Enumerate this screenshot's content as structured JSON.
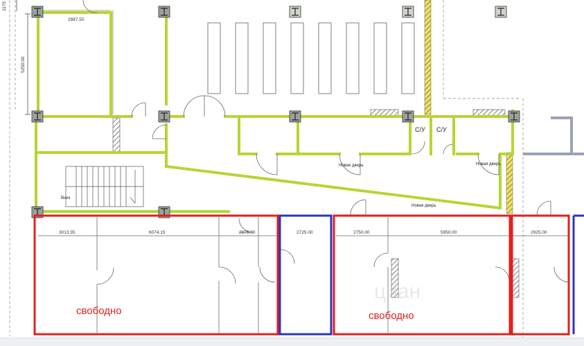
{
  "dimensions": {
    "top_small": "1175",
    "vertical": "5250.00",
    "room_top": "2887.50",
    "row": [
      "3013.35",
      "6074.15",
      "2875.00",
      "2725.00",
      "2750.00",
      "5950.00",
      "2925.00"
    ]
  },
  "labels": {
    "su_1": "С/У",
    "su_2": "С/У",
    "new_door_1": "Новая дверь",
    "new_door_2": "Новая дверь",
    "new_door_3": "Новая дверь",
    "stair_note": "Вниз",
    "free_left": "свободно",
    "free_right": "свободно",
    "watermark": "циан"
  },
  "colors": {
    "wall_green": "#b5d634",
    "free_outline": "#e61e1e",
    "occupied_outline": "#2a34c4",
    "column_fill": "#9aa29a"
  }
}
